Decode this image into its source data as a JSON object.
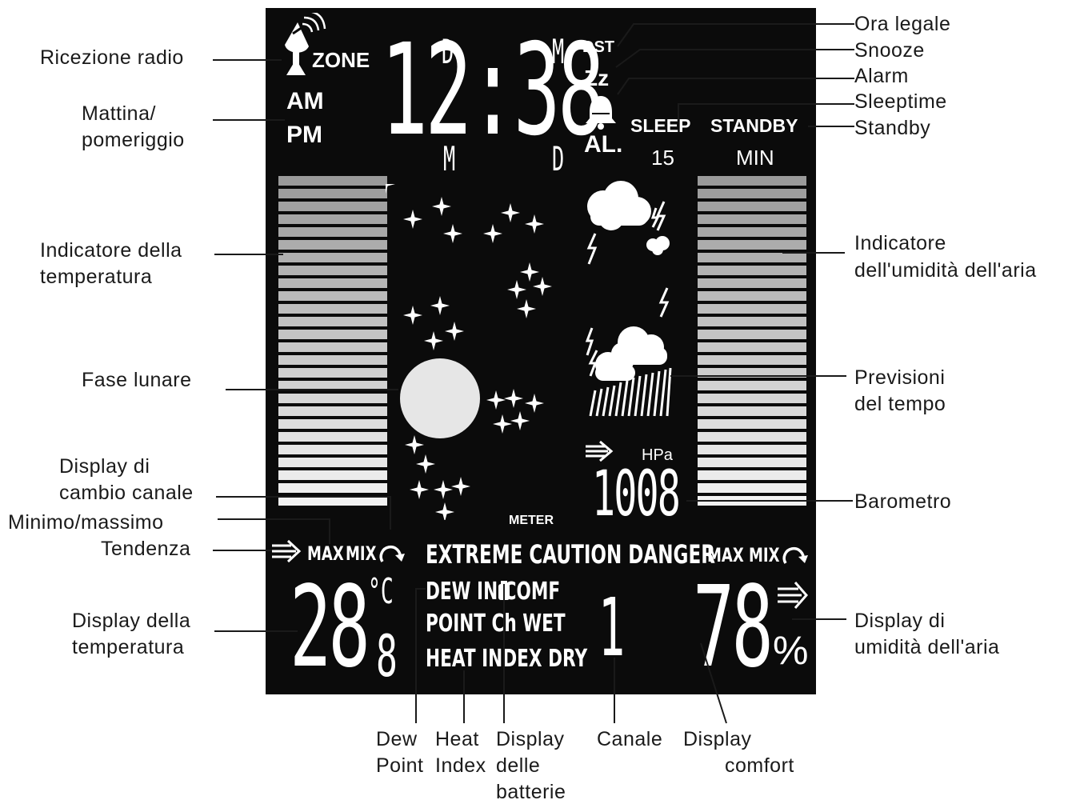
{
  "labels_left": {
    "ricezione": "Ricezione radio",
    "mattina_1": "Mattina/",
    "mattina_2": "pomeriggio",
    "ind_temp_1": "Indicatore della",
    "ind_temp_2": "temperatura",
    "fase_lunare": "Fase lunare",
    "cambio_1": "Display di",
    "cambio_2": "cambio canale",
    "minmax": "Minimo/massimo",
    "tendenza": "Tendenza",
    "disp_temp_1": "Display della",
    "disp_temp_2": "temperatura"
  },
  "labels_right": {
    "ora_legale": "Ora legale",
    "snooze": "Snooze",
    "alarm": "Alarm",
    "sleeptime": "Sleeptime",
    "standby": "Standby",
    "ind_umid_1": "Indicatore",
    "ind_umid_2": "dell'umidità dell'aria",
    "previsioni_1": "Previsioni",
    "previsioni_2": "del tempo",
    "barometro": "Barometro",
    "disp_umid_1": "Display di",
    "disp_umid_2": "umidità dell'aria"
  },
  "labels_bottom": {
    "dew_1": "Dew",
    "dew_2": "Point",
    "heat_1": "Heat",
    "heat_2": "Index",
    "batt_1": "Display",
    "batt_2": "delle",
    "batt_3": "batterie",
    "canale": "Canale",
    "comfort_1": "Display",
    "comfort_2": "comfort"
  },
  "lcd": {
    "zone": "ZONE",
    "am": "AM",
    "pm": "PM",
    "time": "12:38",
    "d_top": "D",
    "m_top": "M",
    "m_bottom": "M",
    "d_bottom": "D",
    "dst": "DST",
    "zz": "Zz",
    "al": "AL.",
    "sleep": "SLEEP",
    "standby": "STANDBY",
    "sleep_value": "15",
    "standby_unit": "MIN",
    "hpa": "HPa",
    "pressure": "1008",
    "meter": "METER",
    "max_left": "MAX",
    "mix_left": "MIX",
    "max_right": "MAX",
    "mix_right": "MIX",
    "comfort_line": "EXTREME CAUTION DANGER",
    "dew_line": "DEW IN COMF",
    "point_line": "POINT Ch WET",
    "heat_line": "HEAT INDEX DRY",
    "temp_main": "28",
    "temp_decimal": "8",
    "temp_unit": "°C",
    "channel": "1",
    "humidity": "78",
    "percent": "%"
  },
  "colors": {
    "lcd_background": "#0b0b0b",
    "segment_on": "#ffffff",
    "bar_gray_dark": "#9a9a9a",
    "bar_gray_light": "#f2f2f2",
    "leader_line": "#1a1a1a"
  },
  "icons": [
    "antenna-icon",
    "bell-icon",
    "trend-arrows-icon",
    "cycle-arrow-icon",
    "cloud-rain-icon",
    "lightning-icon",
    "star-icon",
    "moon-icon"
  ]
}
